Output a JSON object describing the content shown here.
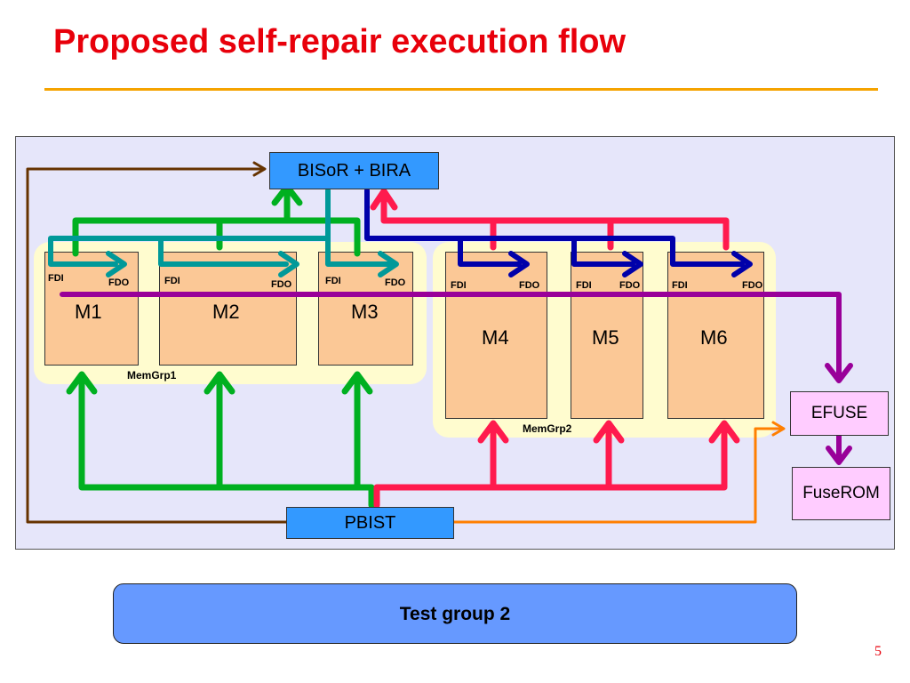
{
  "slide": {
    "title": "Proposed self-repair execution flow",
    "page_number": "5"
  },
  "diagram": {
    "bisor_bira": "BISoR + BIRA",
    "pbist": "PBIST",
    "efuse": "EFUSE",
    "fuserom": "FuseROM",
    "groups": [
      {
        "label": "MemGrp1"
      },
      {
        "label": "MemGrp2"
      }
    ],
    "memories": [
      {
        "label": "M1",
        "fdi": "FDI",
        "fdo": "FDO"
      },
      {
        "label": "M2",
        "fdi": "FDI",
        "fdo": "FDO"
      },
      {
        "label": "M3",
        "fdi": "FDI",
        "fdo": "FDO"
      },
      {
        "label": "M4",
        "fdi": "FDI",
        "fdo": "FDO"
      },
      {
        "label": "M5",
        "fdi": "FDI",
        "fdo": "FDO"
      },
      {
        "label": "M6",
        "fdi": "FDI",
        "fdo": "FDO"
      }
    ],
    "colors": {
      "green": "#00b020",
      "teal": "#009999",
      "red": "#ff1a4d",
      "navy": "#0000aa",
      "purple": "#990099",
      "brown": "#663300",
      "orange": "#ff7f00"
    }
  },
  "footer": {
    "button_label": "Test group 2"
  }
}
